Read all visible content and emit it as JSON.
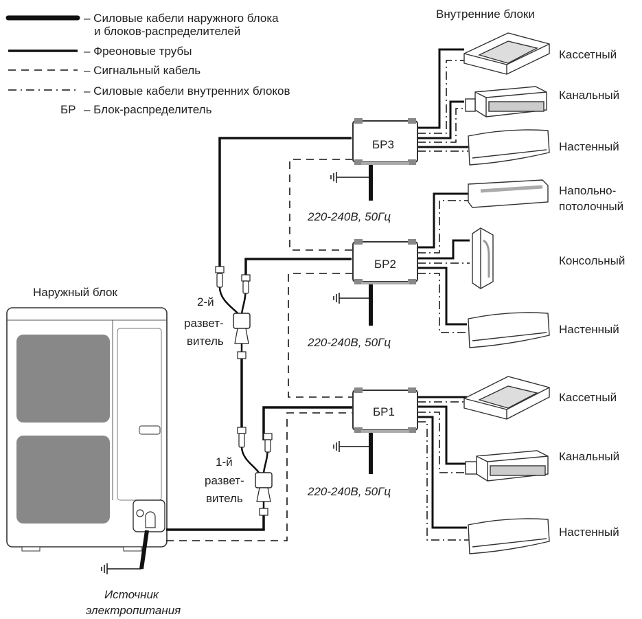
{
  "legend": [
    {
      "line": "power-thick",
      "text_lines": [
        "– Силовые кабели наружного блока",
        "и блоков-распределителей"
      ]
    },
    {
      "line": "freon",
      "text_lines": [
        "– Фреоновые трубы"
      ]
    },
    {
      "line": "signal",
      "text_lines": [
        "– Сигнальный кабель"
      ]
    },
    {
      "line": "indoor-power",
      "text_lines": [
        "– Силовые кабели внутренних блоков"
      ]
    },
    {
      "abbr": "БР",
      "text_lines": [
        "– Блок-распределитель"
      ]
    }
  ],
  "indoor_header": "Внутренние блоки",
  "outdoor_label": "Наружный блок",
  "branch_boxes": [
    {
      "label": "БР3",
      "voltage": "220-240В, 50Гц"
    },
    {
      "label": "БР2",
      "voltage": "220-240В, 50Гц"
    },
    {
      "label": "БР1",
      "voltage": "220-240В, 50Гц"
    }
  ],
  "splitters": [
    {
      "lines": [
        "2-й",
        "развет-",
        "витель"
      ]
    },
    {
      "lines": [
        "1-й",
        "развет-",
        "витель"
      ]
    }
  ],
  "indoor_units": [
    {
      "lines": [
        "Кассетный"
      ],
      "kind": "cassette"
    },
    {
      "lines": [
        "Канальный"
      ],
      "kind": "duct"
    },
    {
      "lines": [
        "Настенный"
      ],
      "kind": "wall"
    },
    {
      "lines": [
        "Напольно-",
        "потолочный"
      ],
      "kind": "floor-ceiling"
    },
    {
      "lines": [
        "Консольный"
      ],
      "kind": "console"
    },
    {
      "lines": [
        "Настенный"
      ],
      "kind": "wall"
    },
    {
      "lines": [
        "Кассетный"
      ],
      "kind": "cassette"
    },
    {
      "lines": [
        "Канальный"
      ],
      "kind": "duct"
    },
    {
      "lines": [
        "Настенный"
      ],
      "kind": "wall"
    }
  ],
  "power_source": [
    "Источник",
    "электропитания"
  ]
}
